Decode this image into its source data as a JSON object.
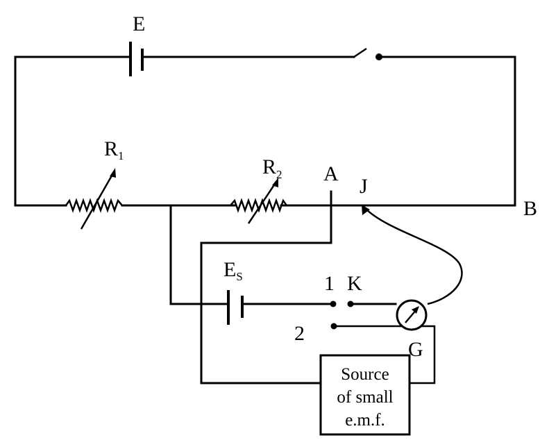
{
  "labels": {
    "battery_main": "E",
    "r1": "R",
    "r1_sub": "1",
    "r2": "R",
    "r2_sub": "2",
    "point_a": "A",
    "jockey": "J",
    "point_b": "B",
    "std_cell": "E",
    "std_cell_sub": "S",
    "terminal_1": "1",
    "key": "K",
    "terminal_2": "2",
    "galvanometer": "G"
  },
  "source_box": {
    "line1": "Source",
    "line2": "of small",
    "line3": "e.m.f."
  }
}
